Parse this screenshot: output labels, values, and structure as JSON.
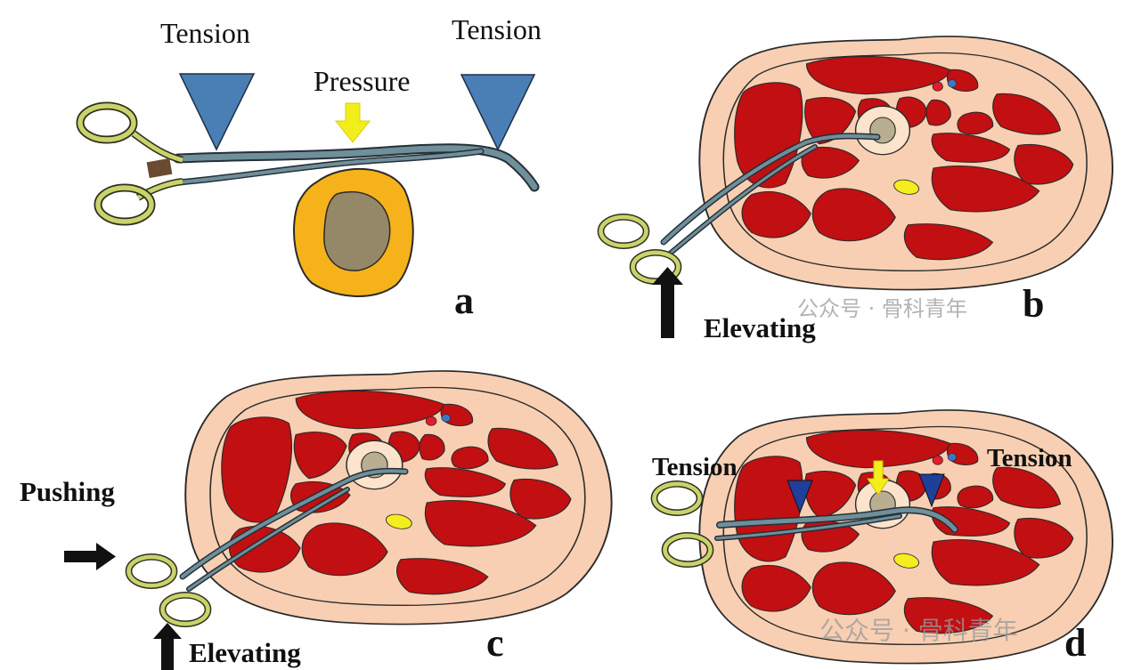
{
  "panel_a": {
    "tension_left": "Tension",
    "tension_right": "Tension",
    "pressure": "Pressure",
    "letter": "a"
  },
  "panel_b": {
    "elevating": "Elevating",
    "letter": "b",
    "watermark": "公众号 · 骨科青年"
  },
  "panel_c": {
    "pushing": "Pushing",
    "elevating": "Elevating",
    "letter": "c"
  },
  "panel_d": {
    "tension_left": "Tension",
    "tension_right": "Tension",
    "letter": "d",
    "watermark": "公众号 · 骨科青年"
  },
  "colors": {
    "tension_triangle": "#4a7fb5",
    "tension_triangle_dark": "#1f3f9a",
    "pressure_arrow": "#f2ee1a",
    "bone_ring": "#f5b21a",
    "bone_core": "#948868",
    "skin": "#f8cfb2",
    "muscle": "#c10f12",
    "nerve_yellow": "#f5ee1e",
    "instrument": "#6f8f9a",
    "clamp_handle": "#c9d36a"
  }
}
